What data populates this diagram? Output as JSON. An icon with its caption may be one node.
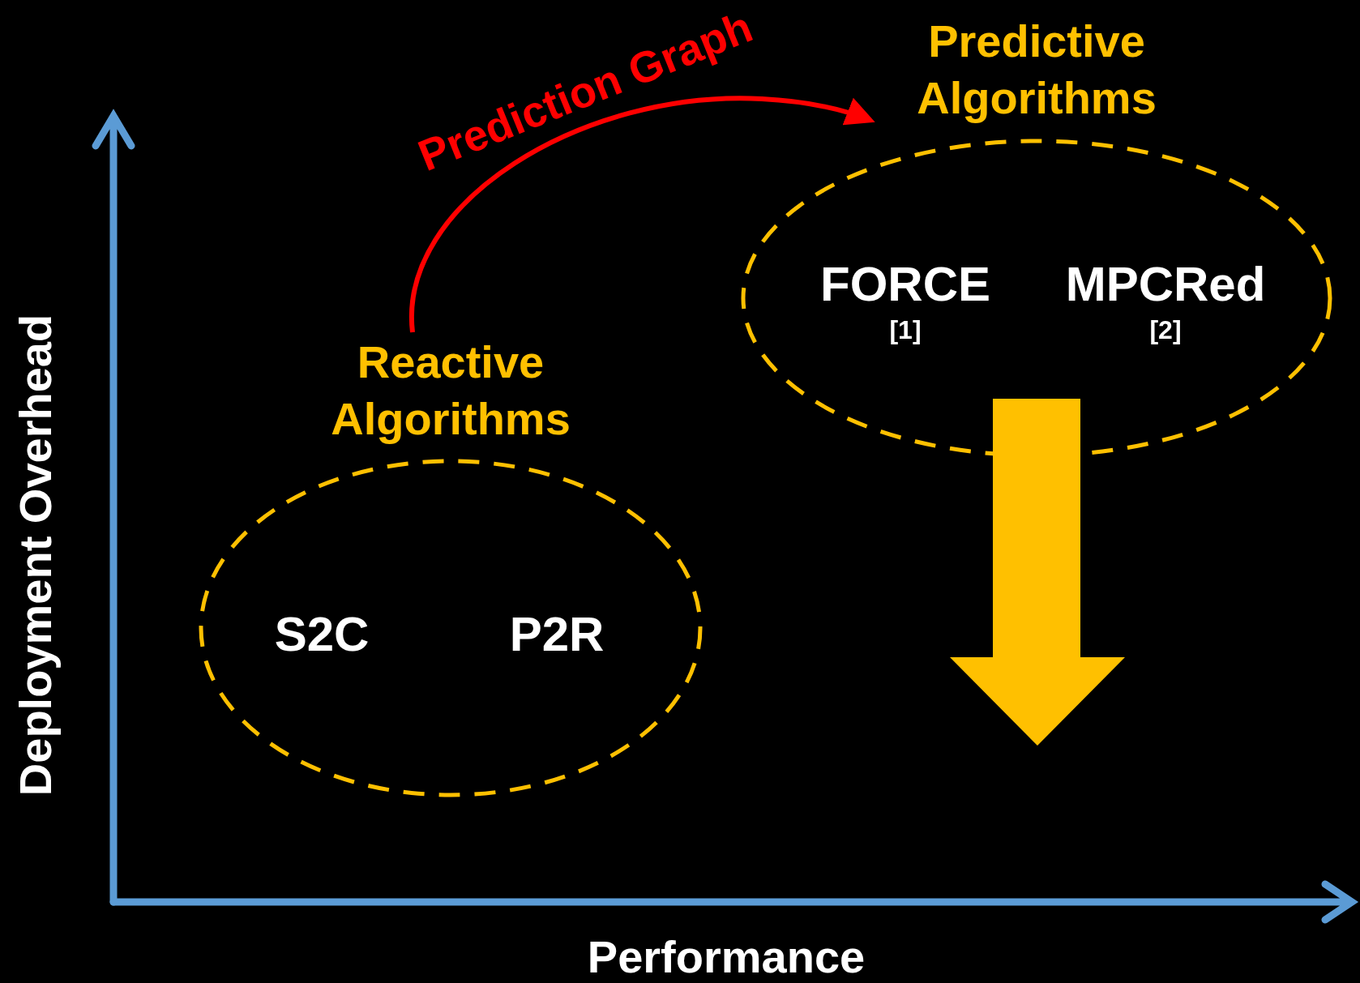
{
  "diagram": {
    "nodes": [
      {
        "text": [
          "Reactive Algorithms",
          "S2C",
          "P2R"
        ]
      },
      {
        "text": [
          "Predictive Algorithms",
          "FORCE",
          "[1]",
          "MPCRed",
          "[2]"
        ]
      }
    ],
    "edges": [
      {
        "from": 0,
        "to": 1,
        "arrow": "to",
        "label": "Prediction Graph",
        "color": "#ff0000"
      }
    ],
    "labels": [
      "Deployment Overhead",
      "Performance"
    ]
  }
}
